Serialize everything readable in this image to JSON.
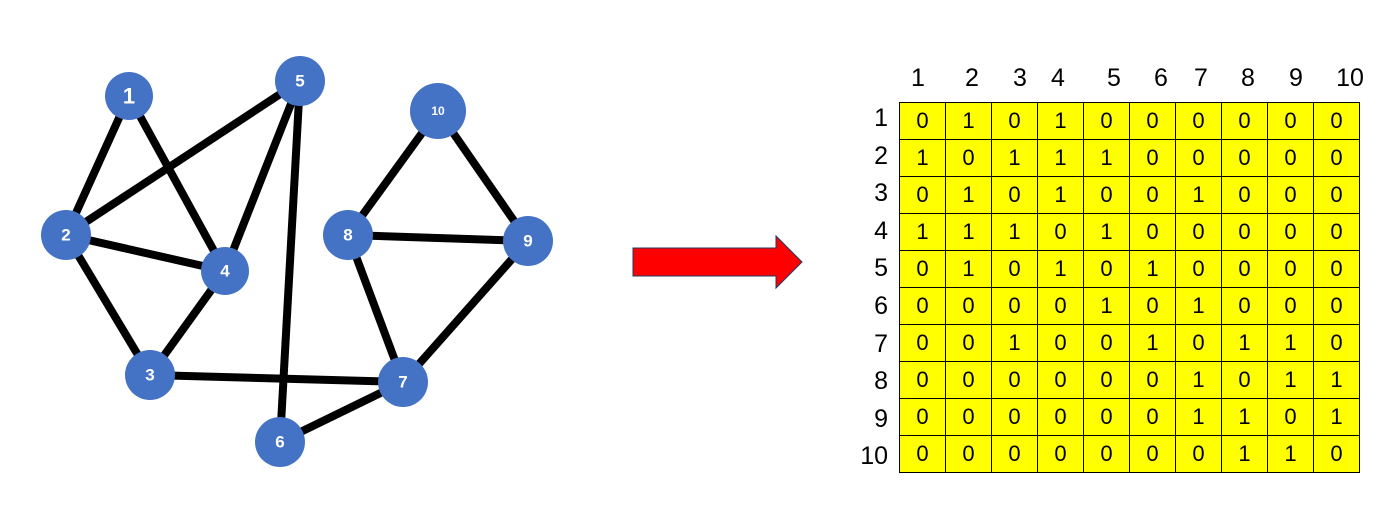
{
  "colors": {
    "node_fill": "#4472c4",
    "edge": "#000000",
    "arrow": "#ff0000",
    "arrow_stroke": "#1f3864",
    "cell_fill": "#ffff00"
  },
  "graph": {
    "nodes": [
      {
        "id": "1"
      },
      {
        "id": "2"
      },
      {
        "id": "3"
      },
      {
        "id": "4"
      },
      {
        "id": "5"
      },
      {
        "id": "6"
      },
      {
        "id": "7"
      },
      {
        "id": "8"
      },
      {
        "id": "9"
      },
      {
        "id": "10"
      }
    ],
    "edges": [
      [
        "1",
        "2"
      ],
      [
        "1",
        "4"
      ],
      [
        "2",
        "5"
      ],
      [
        "2",
        "4"
      ],
      [
        "2",
        "3"
      ],
      [
        "3",
        "4"
      ],
      [
        "4",
        "5"
      ],
      [
        "5",
        "6"
      ],
      [
        "3",
        "7"
      ],
      [
        "6",
        "7"
      ],
      [
        "7",
        "8"
      ],
      [
        "7",
        "9"
      ],
      [
        "8",
        "9"
      ],
      [
        "8",
        "10"
      ],
      [
        "9",
        "10"
      ]
    ]
  },
  "arrow_icon": "right-arrow",
  "matrix": {
    "col_labels": [
      "1",
      "2",
      "3",
      "4",
      "5",
      "6",
      "7",
      "8",
      "9",
      "10"
    ],
    "row_labels": [
      "1",
      "2",
      "3",
      "4",
      "5",
      "6",
      "7",
      "8",
      "9",
      "10"
    ],
    "rows": [
      [
        "0",
        "1",
        "0",
        "1",
        "0",
        "0",
        "0",
        "0",
        "0",
        "0"
      ],
      [
        "1",
        "0",
        "1",
        "1",
        "1",
        "0",
        "0",
        "0",
        "0",
        "0"
      ],
      [
        "0",
        "1",
        "0",
        "1",
        "0",
        "0",
        "1",
        "0",
        "0",
        "0"
      ],
      [
        "1",
        "1",
        "1",
        "0",
        "1",
        "0",
        "0",
        "0",
        "0",
        "0"
      ],
      [
        "0",
        "1",
        "0",
        "1",
        "0",
        "1",
        "0",
        "0",
        "0",
        "0"
      ],
      [
        "0",
        "0",
        "0",
        "0",
        "1",
        "0",
        "1",
        "0",
        "0",
        "0"
      ],
      [
        "0",
        "0",
        "1",
        "0",
        "0",
        "1",
        "0",
        "1",
        "1",
        "0"
      ],
      [
        "0",
        "0",
        "0",
        "0",
        "0",
        "0",
        "1",
        "0",
        "1",
        "1"
      ],
      [
        "0",
        "0",
        "0",
        "0",
        "0",
        "0",
        "1",
        "1",
        "0",
        "1"
      ],
      [
        "0",
        "0",
        "0",
        "0",
        "0",
        "0",
        "0",
        "1",
        "1",
        "0"
      ]
    ]
  }
}
